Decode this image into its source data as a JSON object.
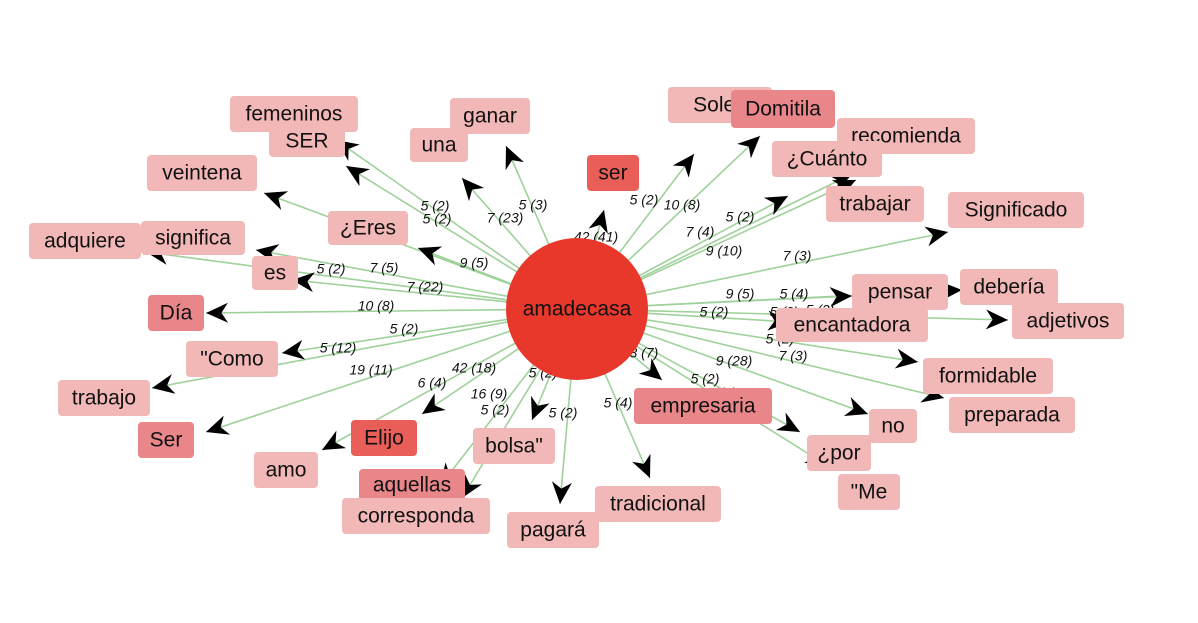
{
  "graph": {
    "center": {
      "label": "amadecasa",
      "color": "#e8372b"
    },
    "colors": {
      "edge": "#9fd19a",
      "arrow": "#000000",
      "light": "#f2b8b8",
      "medium": "#e8868a",
      "strong": "#e95e58"
    },
    "nodes": [
      {
        "label": "femeninos",
        "weight": "light"
      },
      {
        "label": "SER",
        "weight": "light"
      },
      {
        "label": "una",
        "weight": "light"
      },
      {
        "label": "ganar",
        "weight": "light"
      },
      {
        "label": "veintena",
        "weight": "light"
      },
      {
        "label": "¿Eres",
        "weight": "light"
      },
      {
        "label": "significa",
        "weight": "light"
      },
      {
        "label": "adquiere",
        "weight": "light"
      },
      {
        "label": "es",
        "weight": "light"
      },
      {
        "label": "Día",
        "weight": "medium"
      },
      {
        "label": "\"Como",
        "weight": "light"
      },
      {
        "label": "trabajo",
        "weight": "light"
      },
      {
        "label": "Ser",
        "weight": "medium"
      },
      {
        "label": "amo",
        "weight": "light"
      },
      {
        "label": "Elijo",
        "weight": "strong"
      },
      {
        "label": "aquellas",
        "weight": "medium"
      },
      {
        "label": "corresponda",
        "weight": "light"
      },
      {
        "label": "bolsa\"",
        "weight": "light"
      },
      {
        "label": "pagará",
        "weight": "light"
      },
      {
        "label": "tradicional",
        "weight": "light"
      },
      {
        "label": "ser",
        "weight": "strong"
      },
      {
        "label": "Soled",
        "weight": "light"
      },
      {
        "label": "Domitila",
        "weight": "medium"
      },
      {
        "label": "recomienda",
        "weight": "light"
      },
      {
        "label": "¿Cuánto",
        "weight": "light"
      },
      {
        "label": "trabajar",
        "weight": "light"
      },
      {
        "label": "Significado",
        "weight": "light"
      },
      {
        "label": "pensar",
        "weight": "light"
      },
      {
        "label": "debería",
        "weight": "light"
      },
      {
        "label": "encantadora",
        "weight": "light"
      },
      {
        "label": "adjetivos",
        "weight": "light"
      },
      {
        "label": "formidable",
        "weight": "light"
      },
      {
        "label": "preparada",
        "weight": "light"
      },
      {
        "label": "empresaria",
        "weight": "medium"
      },
      {
        "label": "no",
        "weight": "light"
      },
      {
        "label": "¿por",
        "weight": "light"
      },
      {
        "label": "\"Me",
        "weight": "light"
      }
    ],
    "edge_labels": [
      "5 (2)",
      "5 (3)",
      "7 (23)",
      "5 (2)",
      "5 (2)",
      "9 (5)",
      "42 (41)",
      "5 (2)",
      "10 (8)",
      "7 (4)",
      "5 (2)",
      "9 (10)",
      "7 (3)",
      "5 (2)",
      "7 (5)",
      "7 (22)",
      "10 (8)",
      "5 (2)",
      "5 (12)",
      "19 (11)",
      "6 (4)",
      "42 (18)",
      "5 (2)",
      "16 (9)",
      "5 (2)",
      "5 (2)",
      "5 (4)",
      "13 (7)",
      "9 (28)",
      "5 (2)",
      "5 (2)",
      "7 (3)",
      "5 (2)",
      "9 (5)",
      "5 (4)",
      "5 (2)",
      "5 (2)",
      "5 (2)"
    ]
  }
}
